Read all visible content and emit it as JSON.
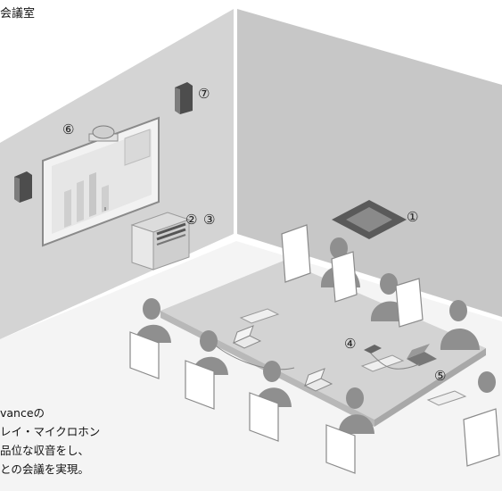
{
  "title": "会議室",
  "callouts": {
    "c1": "①",
    "c2": "②",
    "c3": "③",
    "c4": "④",
    "c5": "⑤",
    "c6": "⑥",
    "c7": "⑦"
  },
  "description": {
    "line1": "vanceの",
    "line2": "レイ・マイクロホン",
    "line3": "品位な収音をし、",
    "line4": "との会議を実現。"
  },
  "colors": {
    "wall_left": "#d4d4d4",
    "wall_right": "#c4c4c4",
    "floor": "#ececec",
    "table": "#cfcfcf",
    "people": "#8f8f8f",
    "chair": "#ffffff",
    "device_dark": "#555555"
  }
}
